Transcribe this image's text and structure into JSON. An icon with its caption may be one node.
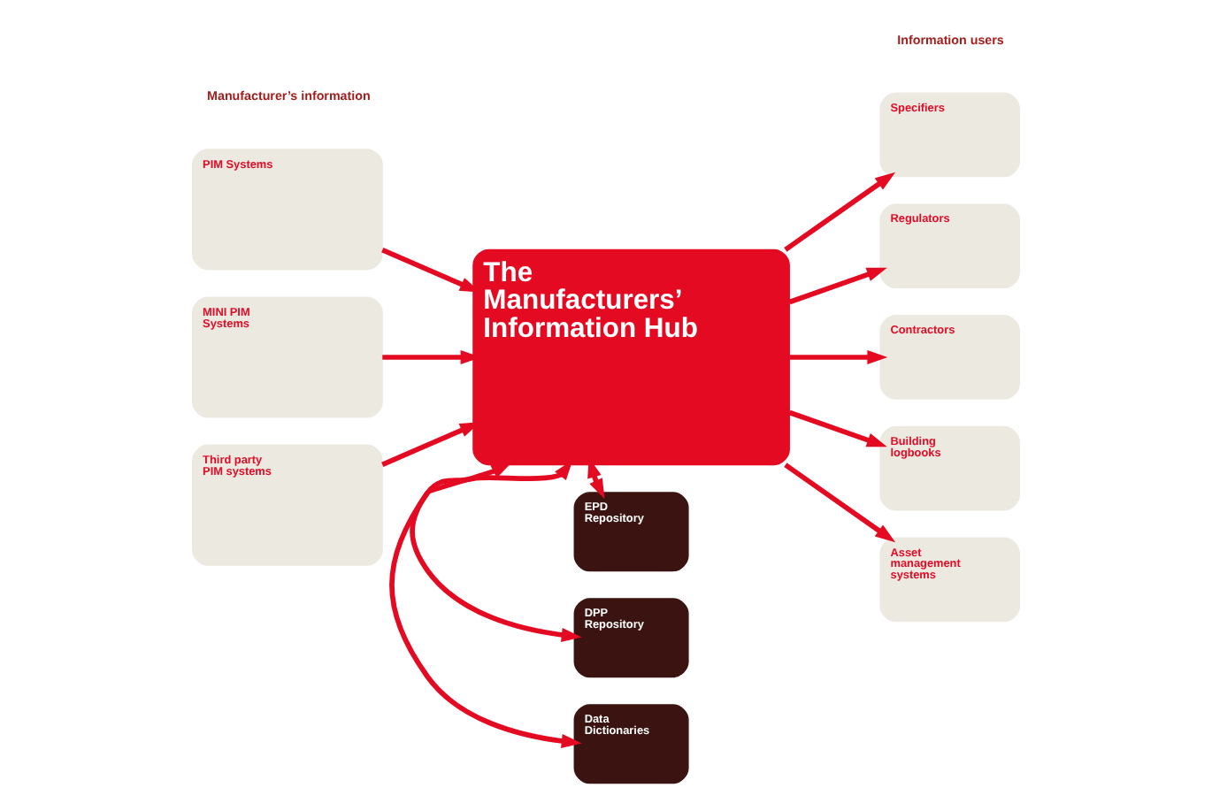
{
  "diagram": {
    "nodes": [
      {
        "text": [
          "PIM Systems"
        ]
      },
      {
        "text": [
          "MINI PIM Systems"
        ]
      },
      {
        "text": [
          "Third party PIM systems"
        ]
      },
      {
        "text": [
          "The Manufacturers’ Information Hub"
        ]
      },
      {
        "text": [
          "EPD Repository"
        ]
      },
      {
        "text": [
          "DPP Repository"
        ]
      },
      {
        "text": [
          "Data Dictionaries"
        ]
      },
      {
        "text": [
          "Specifiers"
        ]
      },
      {
        "text": [
          "Regulators"
        ]
      },
      {
        "text": [
          "Contractors"
        ]
      },
      {
        "text": [
          "Building logbooks"
        ]
      },
      {
        "text": [
          "Asset management systems"
        ]
      }
    ],
    "edges": [
      {
        "from": 0,
        "to": 3,
        "arrow": "to"
      },
      {
        "from": 1,
        "to": 3,
        "arrow": "to"
      },
      {
        "from": 2,
        "to": 3,
        "arrow": "to"
      },
      {
        "from": 3,
        "to": 4,
        "arrow": "both"
      },
      {
        "from": 3,
        "to": 5,
        "arrow": "both"
      },
      {
        "from": 3,
        "to": 6,
        "arrow": "both"
      },
      {
        "from": 3,
        "to": 7,
        "arrow": "to"
      },
      {
        "from": 3,
        "to": 8,
        "arrow": "to"
      },
      {
        "from": 3,
        "to": 9,
        "arrow": "to"
      },
      {
        "from": 3,
        "to": 10,
        "arrow": "to"
      },
      {
        "from": 3,
        "to": 11,
        "arrow": "to"
      }
    ],
    "labels": [
      "Manufacturer’s information",
      "Information users"
    ]
  }
}
